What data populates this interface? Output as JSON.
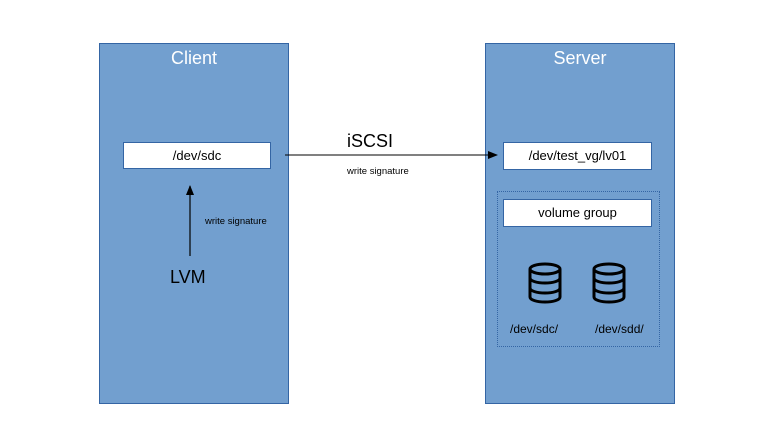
{
  "client": {
    "title": "Client",
    "device": "/dev/sdc",
    "lvm_label": "LVM",
    "arrow_label": "write signature"
  },
  "connection": {
    "label": "iSCSI",
    "sublabel": "write signature"
  },
  "server": {
    "title": "Server",
    "device": "/dev/test_vg/lv01",
    "volume_group": {
      "label": "volume group",
      "disks": [
        {
          "label": "/dev/sdc/",
          "icon": "database-icon"
        },
        {
          "label": "/dev/sdd/",
          "icon": "database-icon"
        }
      ]
    }
  },
  "colors": {
    "panel_fill": "#729fcf",
    "panel_border": "#3465a4",
    "box_fill": "#ffffff"
  }
}
